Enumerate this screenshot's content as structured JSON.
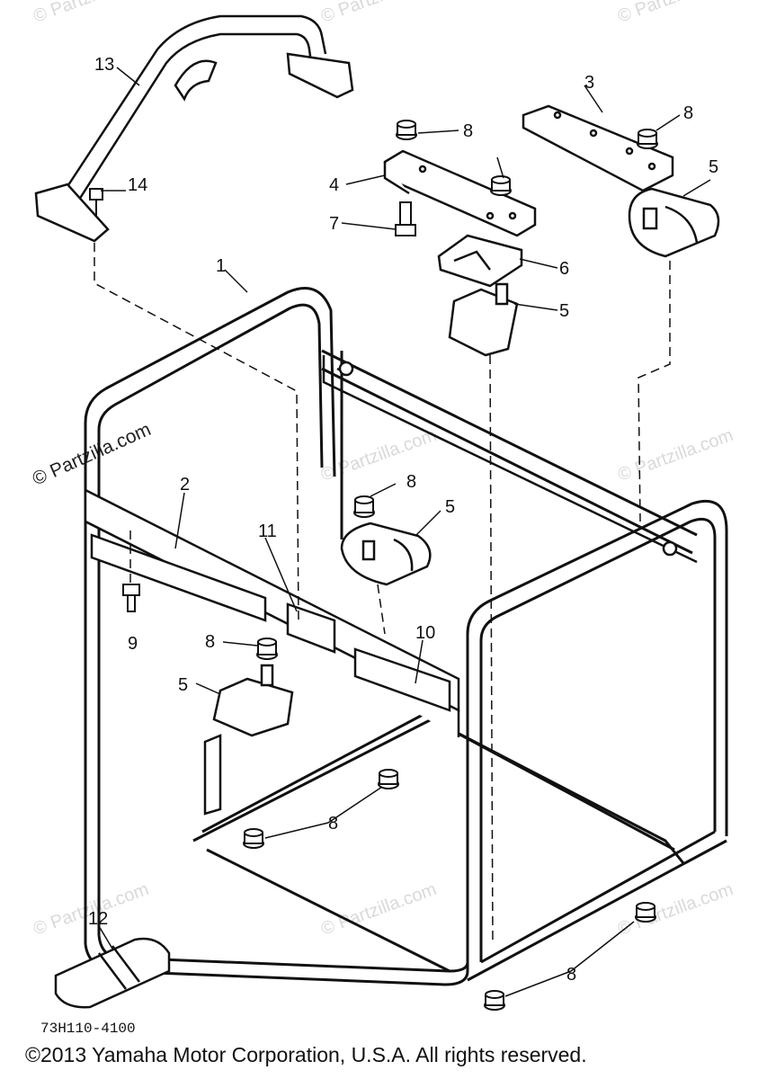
{
  "watermark": "© Partzilla.com",
  "part_code": "73H110-4100",
  "copyright": "©2013 Yamaha Motor Corporation, U.S.A. All rights reserved.",
  "callouts": {
    "c1": "1",
    "c2": "2",
    "c3": "3",
    "c4": "4",
    "c5a": "5",
    "c5b": "5",
    "c5c": "5",
    "c5d": "5",
    "c6": "6",
    "c7": "7",
    "c8a": "8",
    "c8b": "8",
    "c8c": "8",
    "c8d": "8",
    "c8e": "8",
    "c8f": "8",
    "c9": "9",
    "c10": "10",
    "c11": "11",
    "c12": "12",
    "c13": "13",
    "c14": "14"
  }
}
